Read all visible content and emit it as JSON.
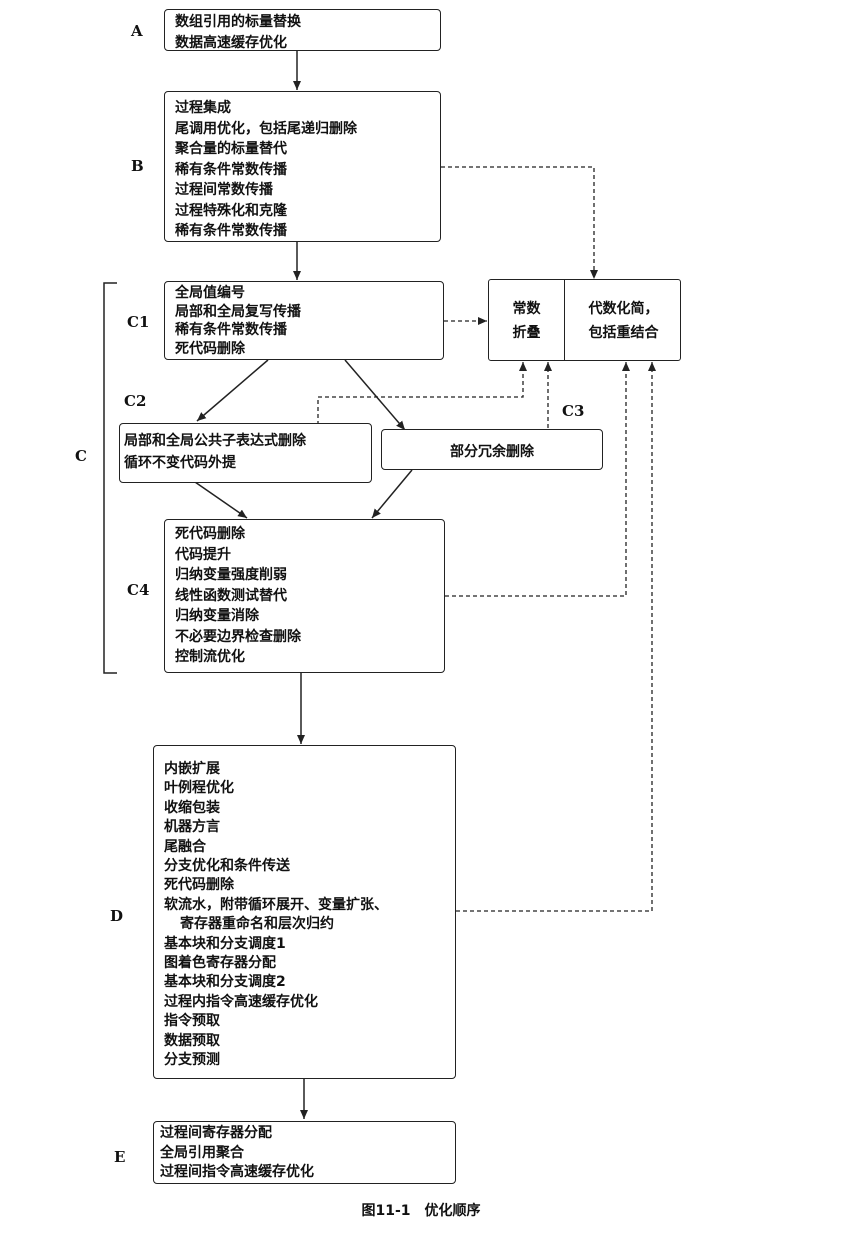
{
  "stages": {
    "A": {
      "label": "A",
      "items": [
        "数组引用的标量替换",
        "数据高速缓存优化"
      ]
    },
    "B": {
      "label": "B",
      "items": [
        "过程集成",
        "尾调用优化，包括尾递归删除",
        "聚合量的标量替代",
        "稀有条件常数传播",
        "过程间常数传播",
        "过程特殊化和克隆",
        "稀有条件常数传播"
      ]
    },
    "C": {
      "label": "C"
    },
    "C1": {
      "label": "C1",
      "items": [
        "全局值编号",
        "局部和全局复写传播",
        "稀有条件常数传播",
        "死代码删除"
      ]
    },
    "C2": {
      "label": "C2",
      "items": [
        "局部和全局公共子表达式删除",
        "循环不变代码外提"
      ]
    },
    "C3": {
      "label": "C3",
      "item": "部分冗余删除"
    },
    "C4": {
      "label": "C4",
      "items": [
        "死代码删除",
        "代码提升",
        "归纳变量强度削弱",
        "线性函数测试替代",
        "归纳变量消除",
        "不必要边界检查删除",
        "控制流优化"
      ]
    },
    "D": {
      "label": "D",
      "items": [
        "内嵌扩展",
        "叶例程优化",
        "收缩包装",
        "机器方言",
        "尾融合",
        "分支优化和条件传送",
        "死代码删除",
        "软流水，附带循环展开、变量扩张、",
        "寄存器重命名和层次归约",
        "基本块和分支调度1",
        "图着色寄存器分配",
        "基本块和分支调度2",
        "过程内指令高速缓存优化",
        "指令预取",
        "数据预取",
        "分支预测"
      ]
    },
    "E": {
      "label": "E",
      "items": [
        "过程间寄存器分配",
        "全局引用聚合",
        "过程间指令高速缓存优化"
      ]
    }
  },
  "side_box": {
    "left": [
      "常数",
      "折叠"
    ],
    "right": [
      "代数化简，",
      "包括重结合"
    ]
  },
  "caption": "图11-1　优化顺序"
}
